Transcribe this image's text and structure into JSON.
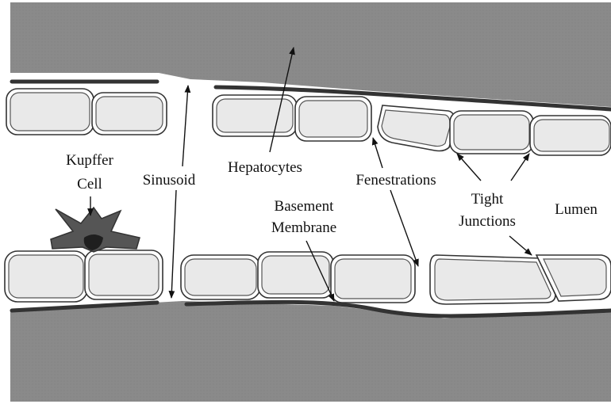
{
  "figure": {
    "labels": {
      "kupffer_line1": "Kupffer",
      "kupffer_line2": "Cell",
      "sinusoid": "Sinusoid",
      "hepatocytes": "Hepatocytes",
      "fenestrations": "Fenestrations",
      "basement_line1": "Basement",
      "basement_line2": "Membrane",
      "tight_line1": "Tight",
      "tight_line2": "Junctions",
      "lumen": "Lumen"
    },
    "colors": {
      "tissue": "#8a8a8a",
      "lumen": "#ffffff",
      "cell_fill": "#e9e9e9",
      "membrane": "#333333",
      "kupffer": "#555555"
    }
  }
}
